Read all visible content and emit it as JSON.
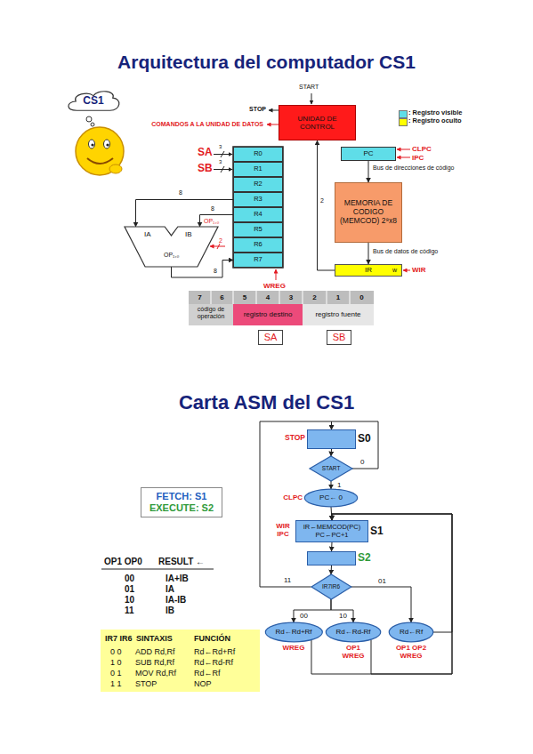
{
  "diagram": {
    "title": "Arquitectura del computador CS1",
    "nodes": [
      {
        "text": [
          "CS1"
        ]
      },
      {
        "text": [
          "UNIDAD DE CONTROL"
        ]
      },
      {
        "text": [
          "R0"
        ]
      },
      {
        "text": [
          "R1"
        ]
      },
      {
        "text": [
          "R2"
        ]
      },
      {
        "text": [
          "R3"
        ]
      },
      {
        "text": [
          "R4"
        ]
      },
      {
        "text": [
          "R5"
        ]
      },
      {
        "text": [
          "R6"
        ]
      },
      {
        "text": [
          "R7"
        ]
      },
      {
        "text": [
          "PC"
        ]
      },
      {
        "text": [
          "MEMORIA DE CODIGO (MEMCOD) 2⁸x8"
        ]
      },
      {
        "text": [
          "IR",
          "w"
        ]
      },
      {
        "text": [
          "IA",
          "IB",
          "OP₁,₀"
        ]
      },
      {
        "text": [
          "SA"
        ]
      },
      {
        "text": [
          "SB"
        ]
      },
      {
        "text": [
          "STOP",
          "S0"
        ]
      },
      {
        "text": [
          "START"
        ]
      },
      {
        "text": [
          "PC← 0",
          "CLPC"
        ]
      },
      {
        "text": [
          "IR←MEMCOD(PC) PC←PC+1",
          "S1",
          "WIR IPC"
        ]
      },
      {
        "text": [
          "S2"
        ]
      },
      {
        "text": [
          "IR7IR6"
        ]
      },
      {
        "text": [
          "Rd←Rd+Rf",
          "WREG"
        ]
      },
      {
        "text": [
          "Rd←Rd-Rf",
          "OP1 WREG"
        ]
      },
      {
        "text": [
          "Rd←Rf",
          "OP1 OP2 WREG"
        ]
      },
      {
        "text": [
          "FETCH: S1",
          "EXECUTE: S2"
        ]
      }
    ],
    "edges": [
      {
        "from": 10,
        "to": 11,
        "arrow": "to",
        "label": "Bus de direcciones de código"
      },
      {
        "from": 11,
        "to": 12,
        "arrow": "to",
        "label": "Bus de datos de código"
      },
      {
        "from": 12,
        "to": 1,
        "arrow": "to",
        "label": "2"
      },
      {
        "from": 5,
        "to": 13,
        "arrow": "to",
        "label": "8"
      },
      {
        "from": 6,
        "to": 13,
        "arrow": "to",
        "label": "8"
      },
      {
        "from": 13,
        "to": 9,
        "arrow": "to",
        "label": "8"
      },
      {
        "from": 16,
        "to": 17,
        "arrow": "to"
      },
      {
        "from": 17,
        "to": 16,
        "arrow": "to",
        "label": "0"
      },
      {
        "from": 17,
        "to": 18,
        "arrow": "to",
        "label": "1"
      },
      {
        "from": 18,
        "to": 19,
        "arrow": "to"
      },
      {
        "from": 19,
        "to": 20,
        "arrow": "to"
      },
      {
        "from": 20,
        "to": 21,
        "arrow": "to"
      },
      {
        "from": 21,
        "to": 16,
        "arrow": "to",
        "label": "11"
      },
      {
        "from": 21,
        "to": 22,
        "arrow": "to",
        "label": "00"
      },
      {
        "from": 21,
        "to": 23,
        "arrow": "to",
        "label": "10"
      },
      {
        "from": 21,
        "to": 24,
        "arrow": "to",
        "label": "01"
      },
      {
        "from": 22,
        "to": 19,
        "arrow": "to"
      },
      {
        "from": 23,
        "to": 19,
        "arrow": "to"
      },
      {
        "from": 24,
        "to": 19,
        "arrow": "to"
      }
    ],
    "labels": [
      "Carta ASM del CS1",
      "START",
      "STOP",
      "COMANDOS A LA UNIDAD DE DATOS",
      "SA",
      "3",
      "SB",
      "3",
      "CLPC",
      "IPC",
      "WIR",
      "WREG",
      "2",
      "OP₁,₀",
      "7",
      "6",
      "5",
      "4",
      "3",
      "2",
      "1",
      "0",
      "código de operación",
      "registro destino",
      "registro fuente",
      "OP1 OP0",
      "RESULT ←",
      "00",
      "IA+IB",
      "01",
      "IA",
      "10",
      "IA-IB",
      "11",
      "IB",
      "IR7 IR6",
      "SINTAXIS",
      "FUNCIÓN",
      "0 0",
      "ADD Rd,Rf",
      "Rd←Rd+Rf",
      "1 0",
      "SUB Rd,Rf",
      "Rd←Rd-Rf",
      "0 1",
      "MOV Rd,Rf",
      "Rd←Rf",
      "1 1",
      "STOP",
      "NOP"
    ],
    "legend": [
      {
        "text": ": Registro visible",
        "color": "#5fdde8"
      },
      {
        "text": ": Registro oculto",
        "color": "#ffff00"
      }
    ]
  }
}
